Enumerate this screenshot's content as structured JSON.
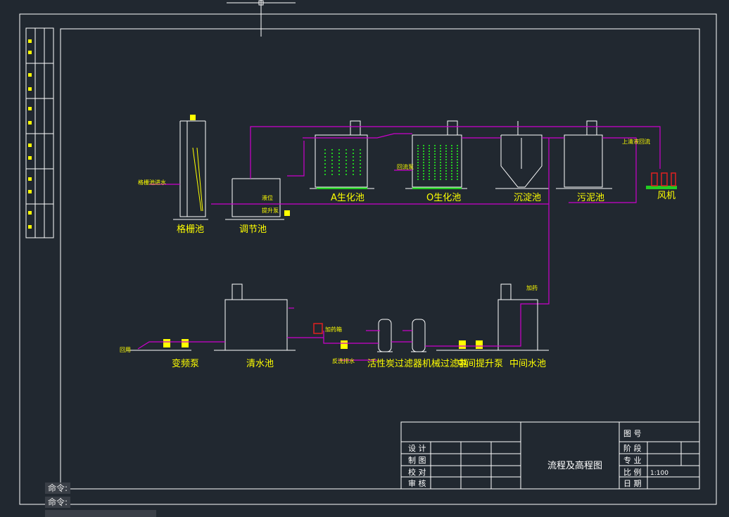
{
  "drawing": {
    "title": "流程及高程图",
    "scale_value": "1:100"
  },
  "colors": {
    "background": "#212830",
    "line_white": "#ffffff",
    "pipe_magenta": "#cc00cc",
    "label_yellow": "#ffff00",
    "grass_green": "#22cc22",
    "equipment_red": "#e02020"
  },
  "title_block": {
    "left_labels": [
      "设 计",
      "制 图",
      "校 对",
      "审 核"
    ],
    "right_labels": [
      "图 号",
      "阶 段",
      "专 业",
      "比 例",
      "日 期"
    ]
  },
  "processes_top": {
    "screen": "格栅池",
    "equalization": "调节池",
    "anoxic": "A生化池",
    "aerobic": "O生化池",
    "sedimentation": "沉淀池",
    "sludge": "污泥池",
    "blower": "风机"
  },
  "processes_bottom": {
    "vfd_pump": "变频泵",
    "clear_tank": "清水池",
    "filters": "活性炭过滤器机械过滤器",
    "mid_pump": "中间提升泵",
    "mid_tank": "中间水池"
  },
  "annotations": {
    "inflow": "格栅池进水",
    "return_sludge": "回流泵",
    "supernatant": "上清液回流",
    "dosing": "加药箱",
    "dosing2": "加药",
    "reuse": "回用",
    "backwash": "反洗排水",
    "lift": "提升泵",
    "level": "液位"
  },
  "command_line": {
    "line1": "命令:",
    "line2": "命令:"
  }
}
